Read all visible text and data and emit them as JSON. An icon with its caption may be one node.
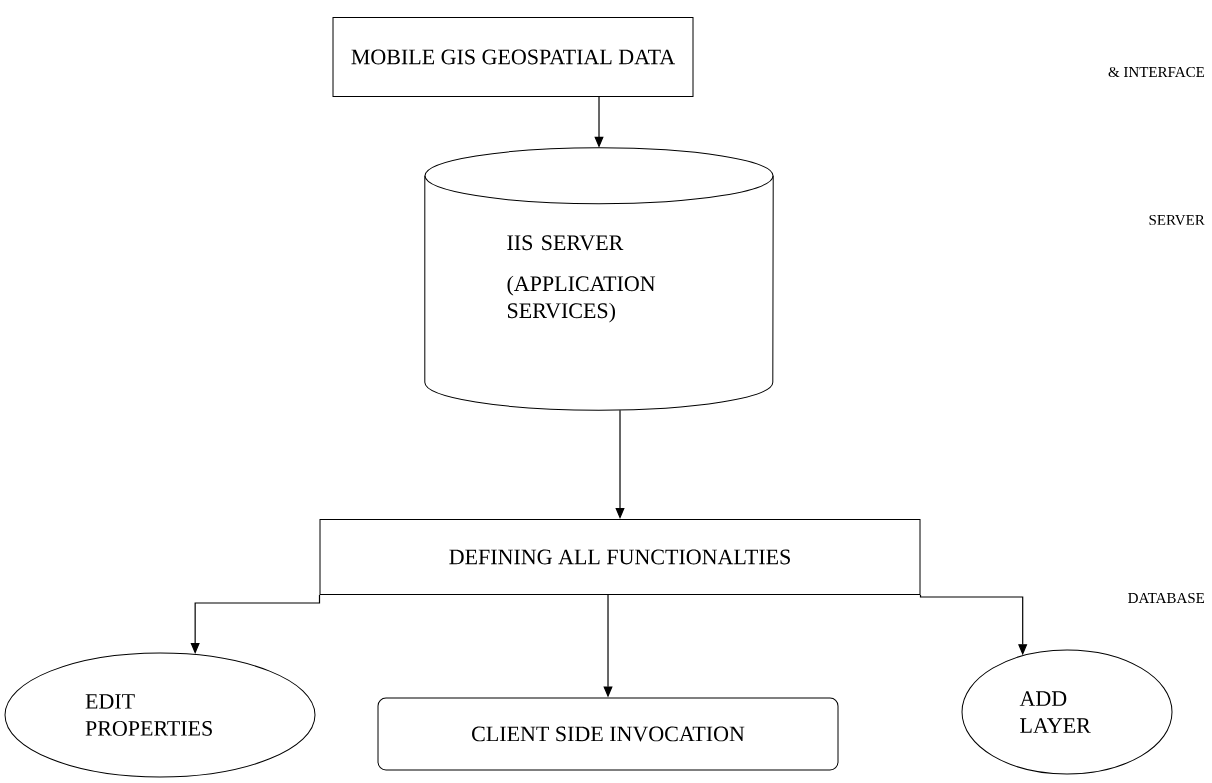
{
  "diagram": {
    "nodes": [
      {
        "text": [
          "MOBILE GIS GEOSPATIAL DATA"
        ]
      },
      {
        "text": [
          "IIS SERVER",
          "(APPLICATION SERVICES)"
        ]
      },
      {
        "text": [
          "DEFINING ALL FUNCTIONALTIES"
        ]
      },
      {
        "text": [
          "EDIT PROPERTIES"
        ]
      },
      {
        "text": [
          "CLIENT SIDE INVOCATION"
        ]
      },
      {
        "text": [
          "ADD LAYER"
        ]
      }
    ],
    "edges": [
      {
        "from": 0,
        "to": 1,
        "arrow": "to"
      },
      {
        "from": 1,
        "to": 2,
        "arrow": "to"
      },
      {
        "from": 2,
        "to": 3,
        "arrow": "to"
      },
      {
        "from": 2,
        "to": 4,
        "arrow": "to"
      },
      {
        "from": 2,
        "to": 5,
        "arrow": "to"
      }
    ],
    "labels": [
      "& INTERFACE",
      "SERVER",
      "DATABASE"
    ]
  }
}
